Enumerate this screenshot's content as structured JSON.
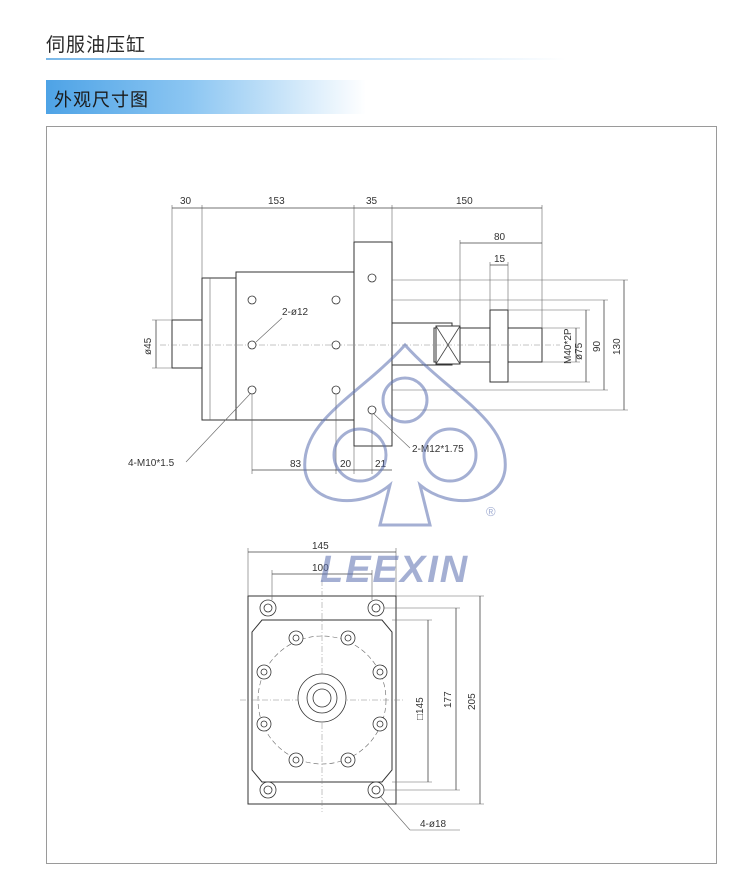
{
  "header": {
    "title": "伺服油压缸"
  },
  "section": {
    "title": "外观尺寸图"
  },
  "watermark": {
    "brand": "LEEXIN",
    "registered": "®",
    "color": "#5a6fb0"
  },
  "colors": {
    "accent": "#4ea3e6",
    "frame": "#9a9a9a"
  },
  "side_view": {
    "dims_top": [
      "30",
      "153",
      "35",
      "150"
    ],
    "dim_80": "80",
    "dim_15": "15",
    "dim_phi45": "ø45",
    "hole_label": "2-ø12",
    "thread_label": "4-M10*1.5",
    "thread2_label": "2-M12*1.75",
    "dims_right": [
      "M40*2P",
      "ø75",
      "90",
      "130"
    ],
    "dims_bottom": [
      "83",
      "20",
      "21"
    ]
  },
  "front_view": {
    "dim_145_top": "145",
    "dim_100": "100",
    "dim_sq145": "□145",
    "dim_177": "177",
    "dim_205": "205",
    "hole_label": "4-ø18"
  }
}
